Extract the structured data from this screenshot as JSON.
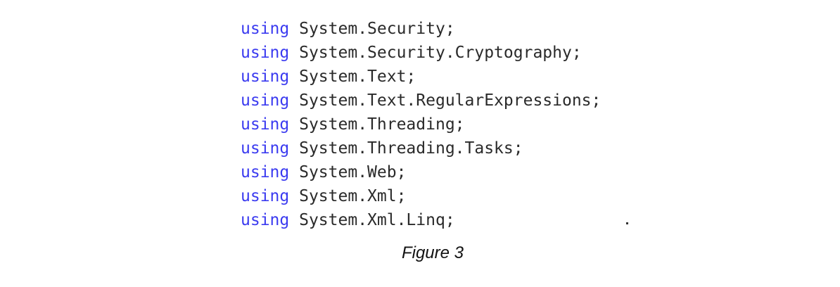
{
  "code": {
    "keyword": "using",
    "lines": [
      "System.Security;",
      "System.Security.Cryptography;",
      "System.Text;",
      "System.Text.RegularExpressions;",
      "System.Threading;",
      "System.Threading.Tasks;",
      "System.Web;",
      "System.Xml;",
      "System.Xml.Linq;"
    ],
    "colors": {
      "keyword": "#3b3bf0",
      "text": "#2a2a2a"
    }
  },
  "caption": "Figure 3"
}
